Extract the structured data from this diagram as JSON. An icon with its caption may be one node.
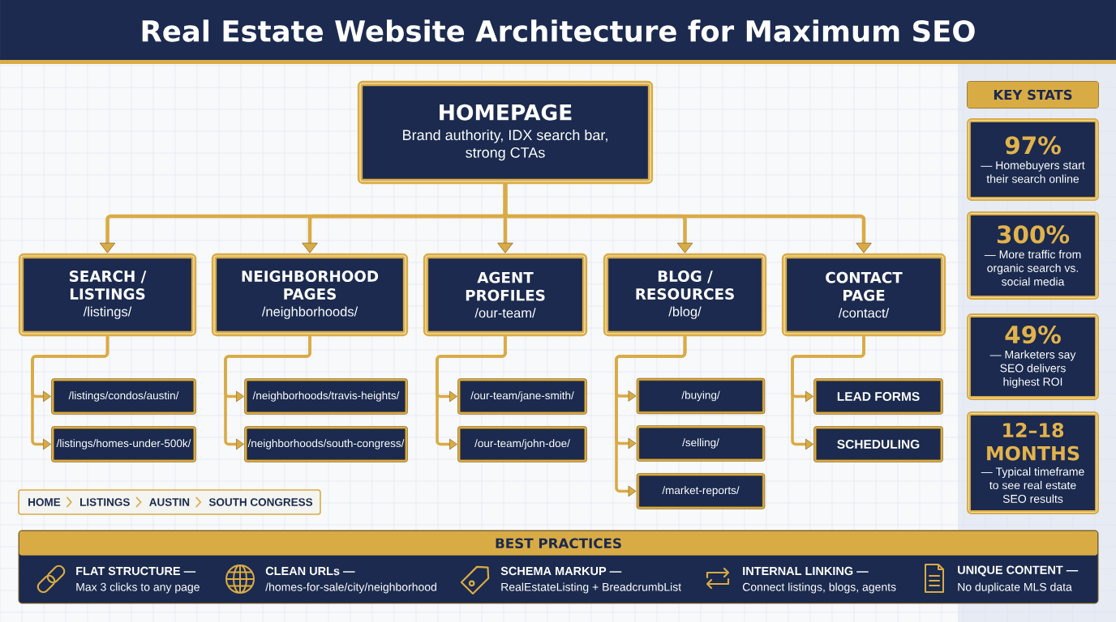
{
  "diagram": {
    "title": "Real Estate Website Architecture for Maximum SEO",
    "nodes": [
      {
        "text": [
          "HOMEPAGE",
          "Brand authority, IDX search bar, strong CTAs"
        ]
      },
      {
        "text": [
          "SEARCH / LISTINGS",
          "/listings/"
        ]
      },
      {
        "text": [
          "NEIGHBORHOOD PAGES",
          "/neighborhoods/"
        ]
      },
      {
        "text": [
          "AGENT PROFILES",
          "/our-team/"
        ]
      },
      {
        "text": [
          "BLOG / RESOURCES",
          "/blog/"
        ]
      },
      {
        "text": [
          "CONTACT PAGE",
          "/contact/"
        ]
      },
      {
        "text": [
          "/listings/condos/austin/"
        ]
      },
      {
        "text": [
          "/listings/homes-under-500k/"
        ]
      },
      {
        "text": [
          "/neighborhoods/travis-heights/"
        ]
      },
      {
        "text": [
          "/neighborhoods/south-congress/"
        ]
      },
      {
        "text": [
          "/our-team/jane-smith/"
        ]
      },
      {
        "text": [
          "/our-team/john-doe/"
        ]
      },
      {
        "text": [
          "/buying/"
        ]
      },
      {
        "text": [
          "/selling/"
        ]
      },
      {
        "text": [
          "/market-reports/"
        ]
      },
      {
        "text": [
          "LEAD FORMS"
        ]
      },
      {
        "text": [
          "SCHEDULING"
        ]
      },
      {
        "text": [
          "HOME",
          "LISTINGS",
          "AUSTIN",
          "SOUTH CONGRESS"
        ]
      },
      {
        "text": [
          "KEY STATS"
        ]
      },
      {
        "text": [
          "97%",
          "— Homebuyers start their search online"
        ]
      },
      {
        "text": [
          "300%",
          "— More traffic from organic search vs. social media"
        ]
      },
      {
        "text": [
          "49%",
          "— Marketers say SEO delivers highest ROI"
        ]
      },
      {
        "text": [
          "12–18 MONTHS",
          "— Typical timeframe to see real estate SEO results"
        ]
      },
      {
        "text": [
          "BEST PRACTICES",
          "FLAT STRUCTURE —",
          "Max 3 clicks to any page",
          "CLEAN URLs —",
          "/homes-for-sale/city/neighborhood",
          "SCHEMA MARKUP —",
          "RealEstateListing + BreadcrumbList",
          "INTERNAL LINKING —",
          "Connect listings, blogs, agents",
          "UNIQUE CONTENT —",
          "No duplicate MLS data"
        ]
      }
    ],
    "edges": [
      {
        "from": 0,
        "to": 1,
        "arrow": "to"
      },
      {
        "from": 0,
        "to": 2,
        "arrow": "to"
      },
      {
        "from": 0,
        "to": 3,
        "arrow": "to"
      },
      {
        "from": 0,
        "to": 4,
        "arrow": "to"
      },
      {
        "from": 0,
        "to": 5,
        "arrow": "to"
      },
      {
        "from": 1,
        "to": 6,
        "arrow": "to"
      },
      {
        "from": 1,
        "to": 7,
        "arrow": "to"
      },
      {
        "from": 2,
        "to": 8,
        "arrow": "to"
      },
      {
        "from": 2,
        "to": 9,
        "arrow": "to"
      },
      {
        "from": 3,
        "to": 10,
        "arrow": "to"
      },
      {
        "from": 3,
        "to": 11,
        "arrow": "to"
      },
      {
        "from": 4,
        "to": 12,
        "arrow": "to"
      },
      {
        "from": 4,
        "to": 13,
        "arrow": "to"
      },
      {
        "from": 4,
        "to": 14,
        "arrow": "to"
      },
      {
        "from": 5,
        "to": 15,
        "arrow": "to"
      },
      {
        "from": 5,
        "to": 16,
        "arrow": "to"
      }
    ]
  }
}
